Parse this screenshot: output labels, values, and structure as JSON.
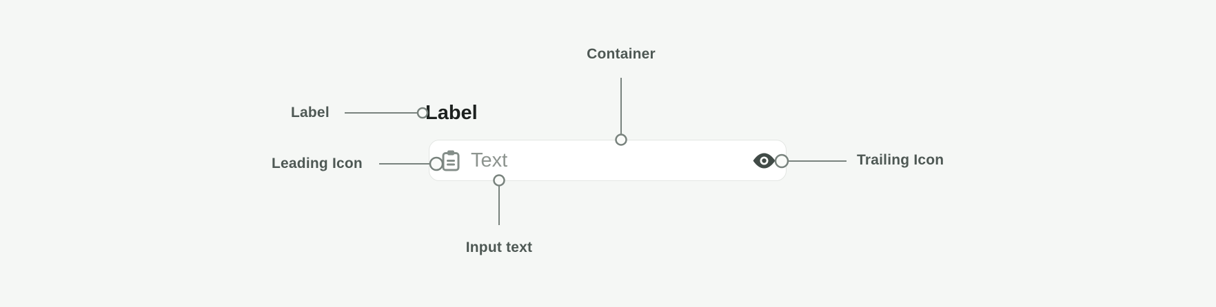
{
  "colors": {
    "background": "#f5f7f5",
    "container_fill": "#ffffff",
    "container_border": "#e3e6e3",
    "annotation_text": "#4e5854",
    "connector_line": "#78827d",
    "connector_dot_fill": "#fafbf9",
    "component_label_text": "#1d211f",
    "placeholder_text": "#8d948f",
    "leading_icon_color": "#848e89",
    "trailing_icon_color": "#414b47"
  },
  "component": {
    "label": "Label",
    "input_placeholder": "Text",
    "leading_icon": "clipboard-icon",
    "trailing_icon": "eye-icon"
  },
  "annotations": {
    "label": "Label",
    "container": "Container",
    "leading_icon": "Leading Icon",
    "trailing_icon": "Trailing Icon",
    "input_text": "Input text"
  }
}
